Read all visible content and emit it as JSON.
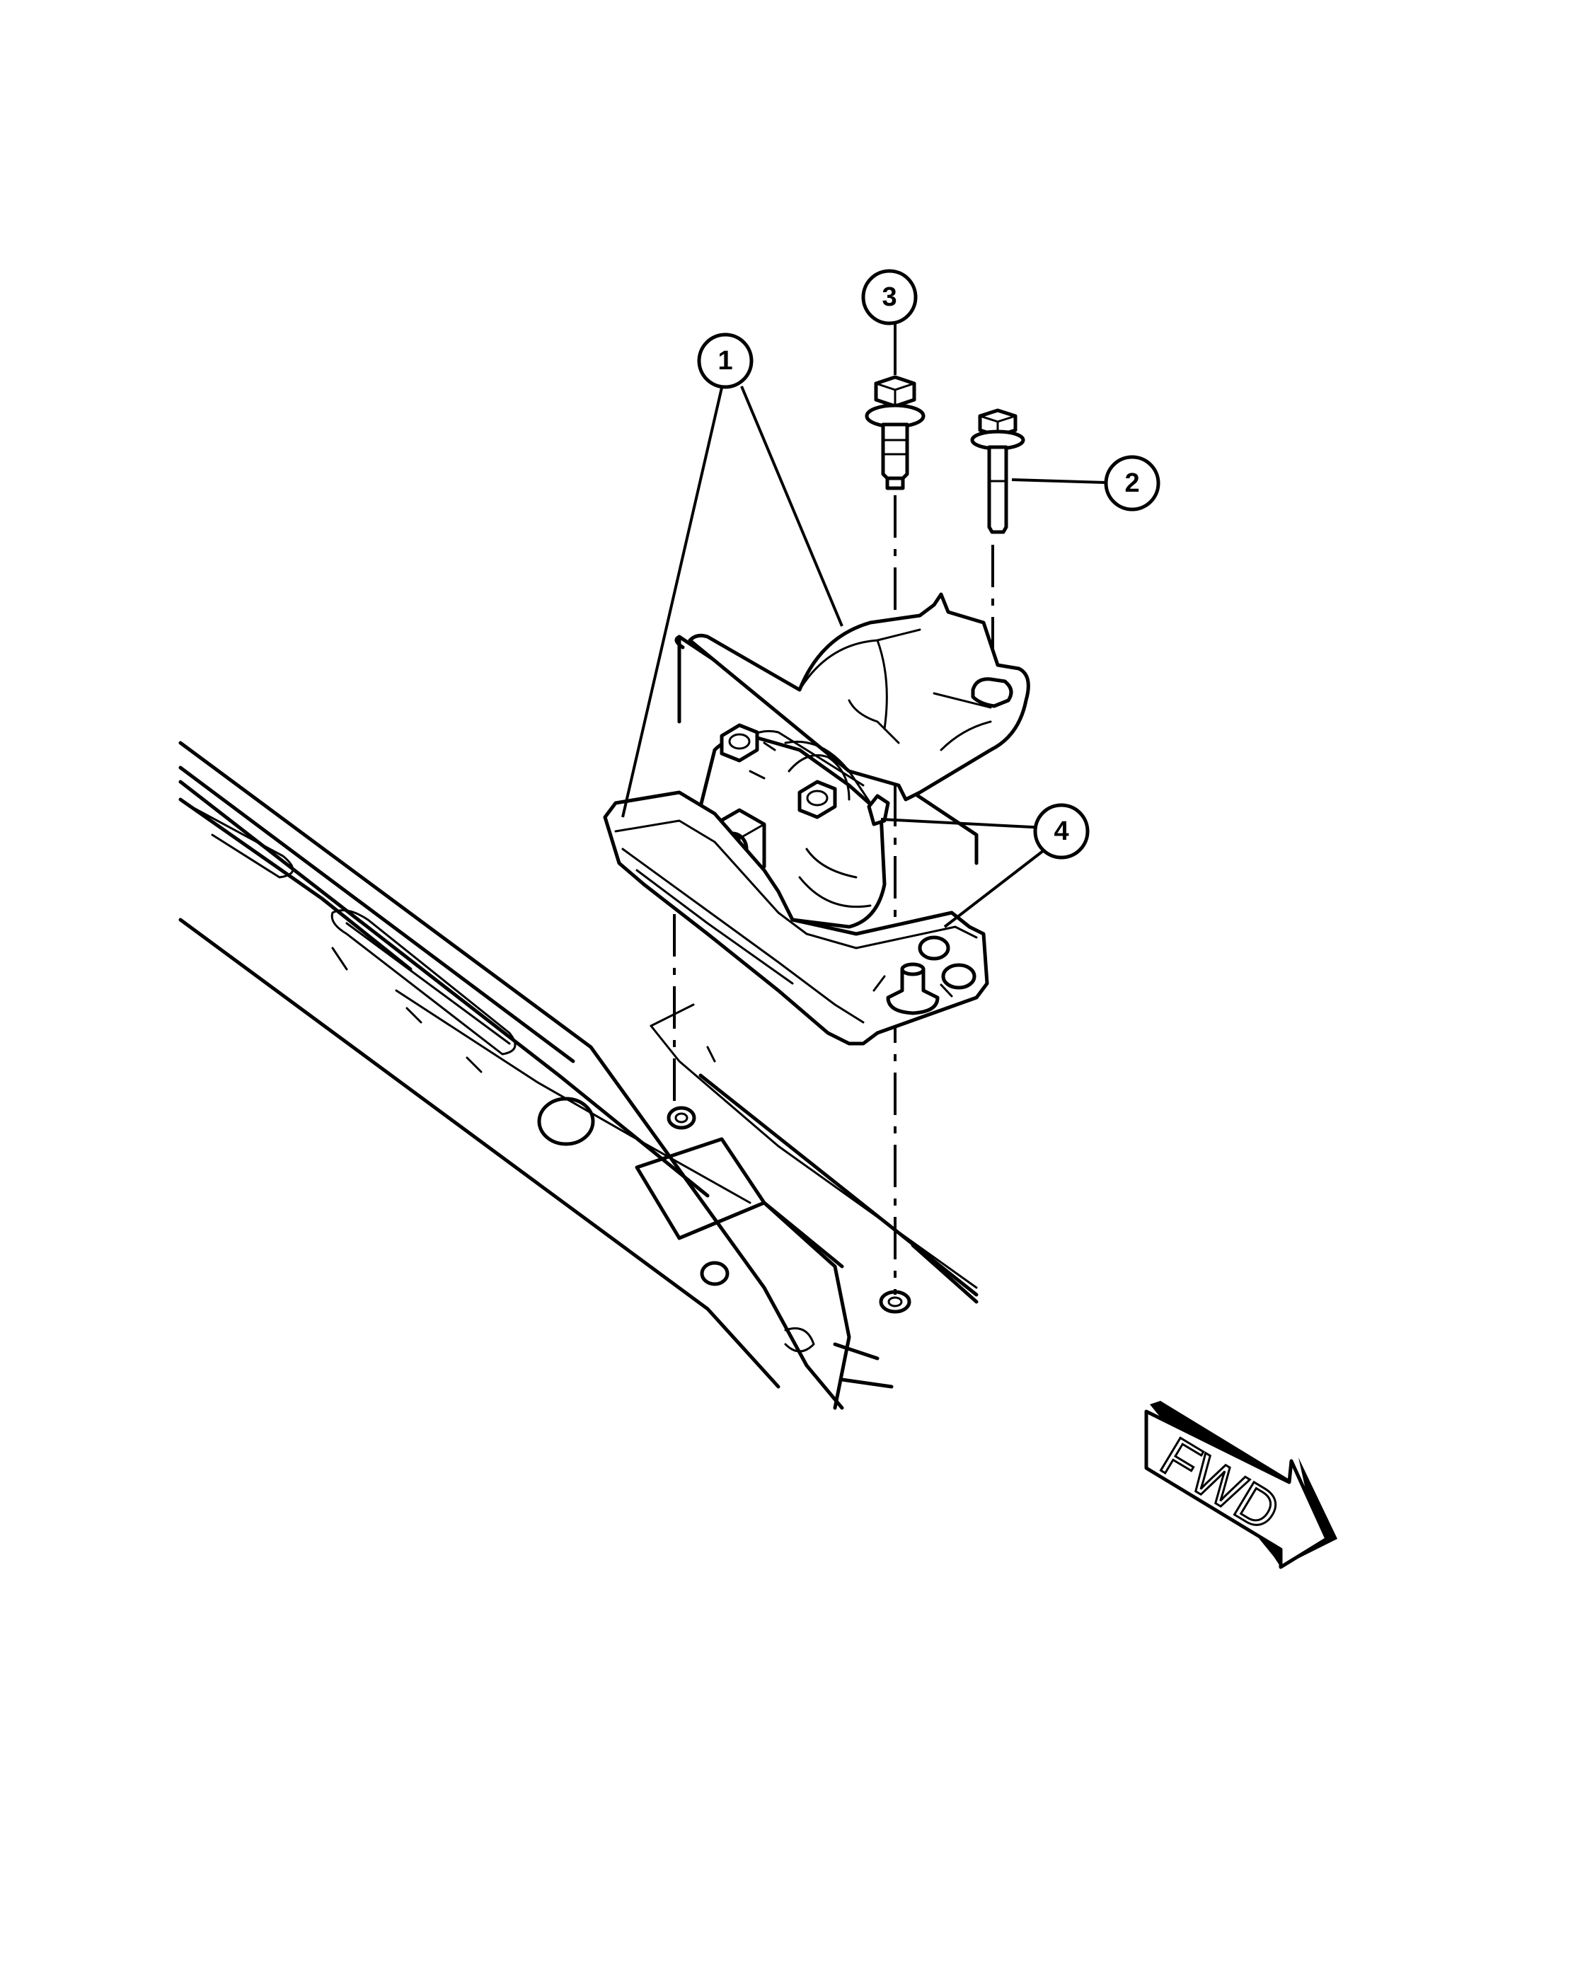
{
  "callouts": [
    {
      "id": "1",
      "label": "1"
    },
    {
      "id": "2",
      "label": "2"
    },
    {
      "id": "3",
      "label": "3"
    },
    {
      "id": "4",
      "label": "4"
    }
  ],
  "direction_arrow": {
    "label": "FWD"
  }
}
